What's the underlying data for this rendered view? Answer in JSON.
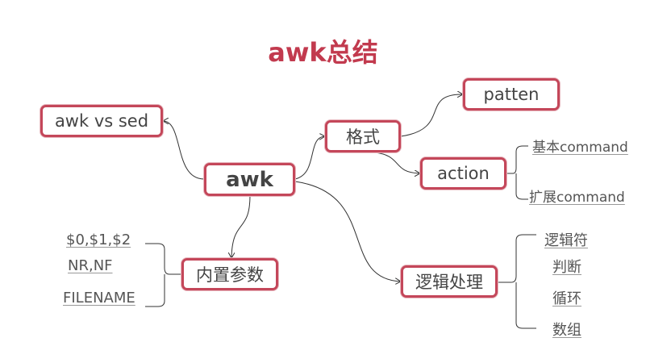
{
  "title": "awk总结",
  "nodes": {
    "root": "awk",
    "awk_vs_sed": "awk vs sed",
    "format": "格式",
    "patten": "patten",
    "action": "action",
    "builtin_params": "内置参数",
    "logic": "逻辑处理"
  },
  "leaves": {
    "action": [
      "基本command",
      "扩展command"
    ],
    "builtin_params": [
      "$0,$1,$2",
      "NR,NF",
      "FILENAME"
    ],
    "logic": [
      "逻辑符",
      "判断",
      "循环",
      "数组"
    ]
  },
  "colors": {
    "accent": "#c4475a",
    "title": "#c23a4e"
  }
}
